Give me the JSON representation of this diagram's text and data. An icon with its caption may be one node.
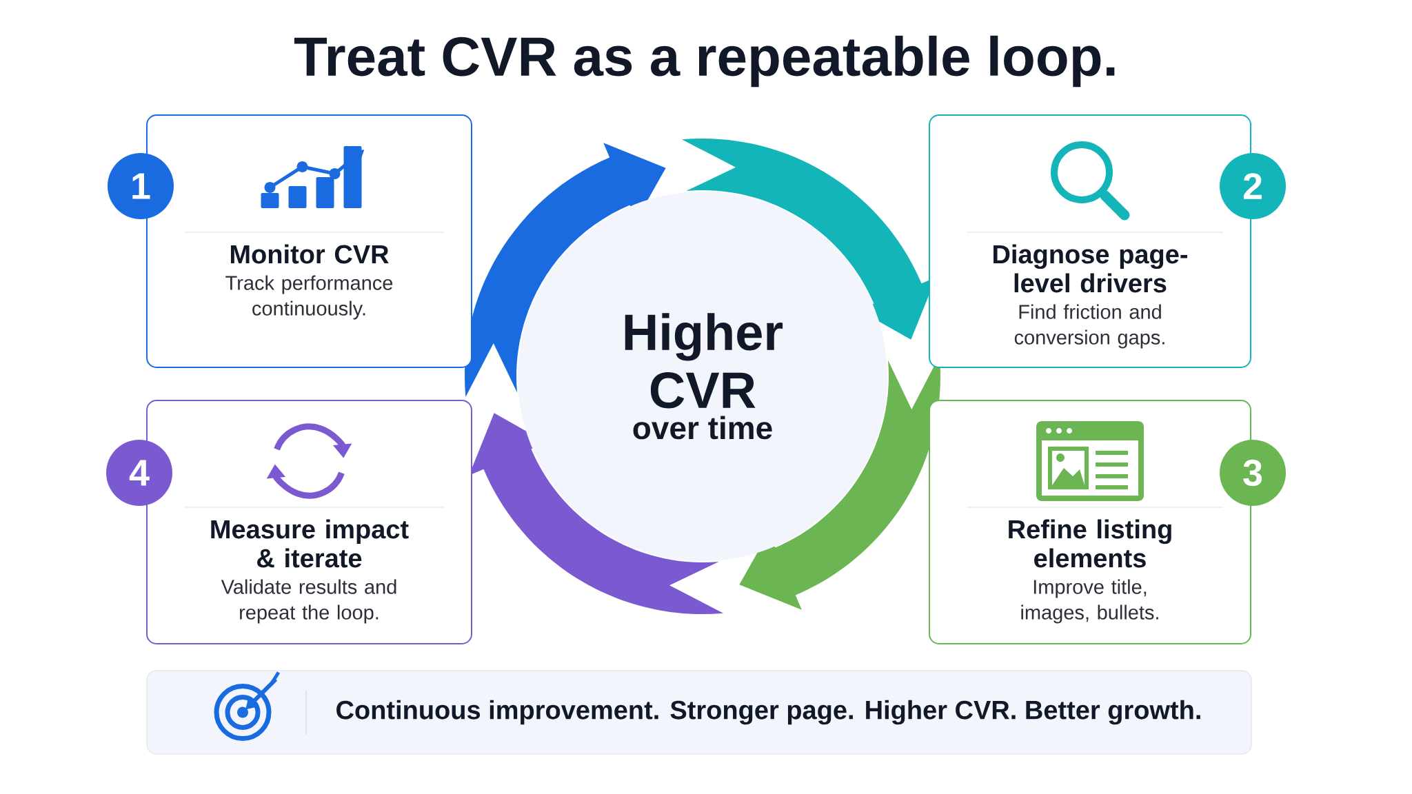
{
  "diagram": {
    "title": "Treat CVR as a repeatable loop.",
    "nodes": [
      {
        "text": [
          "1"
        ]
      },
      {
        "text": [
          "Monitor CVR",
          "Track performance continuously."
        ]
      },
      {
        "text": [
          "Higher CVR",
          "over time"
        ]
      },
      {
        "text": [
          "Diagnose page-level drivers",
          "Find friction and conversion gaps."
        ]
      },
      {
        "text": [
          "2"
        ]
      },
      {
        "text": [
          "4"
        ]
      },
      {
        "text": [
          "Measure impact & iterate",
          "Validate results and repeat the loop."
        ]
      },
      {
        "text": [
          "Refine listing elements",
          "Improve title, images, bullets."
        ]
      },
      {
        "text": [
          "3"
        ]
      },
      {
        "text": [
          "Continuous improvement. Stronger page. Higher CVR. Better growth."
        ]
      }
    ]
  }
}
